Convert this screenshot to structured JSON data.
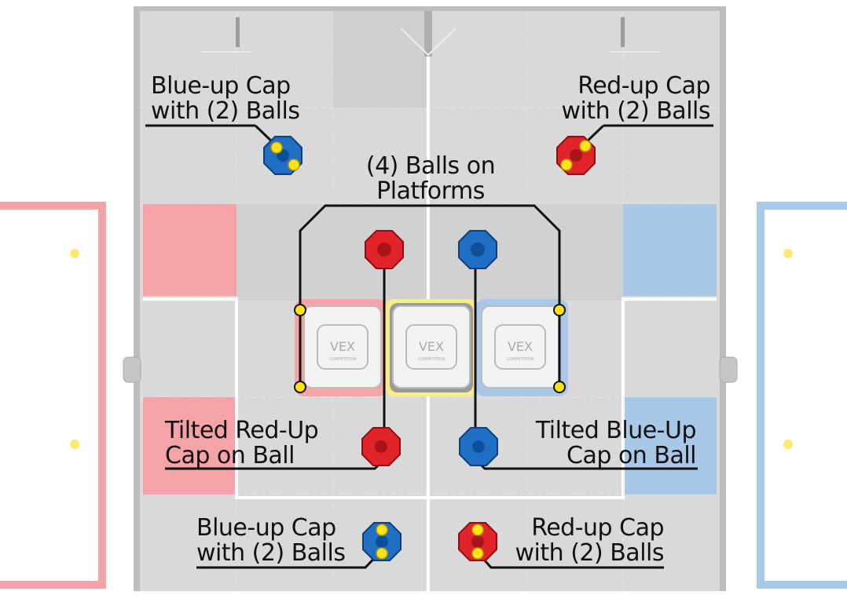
{
  "labels": {
    "top_left": {
      "line1": "Blue-up Cap",
      "line2": "with (2) Balls"
    },
    "top_right": {
      "line1": "Red-up Cap",
      "line2": "with (2) Balls"
    },
    "center": {
      "line1": "(4) Balls on",
      "line2": "Platforms"
    },
    "mid_left": {
      "line1": "Tilted Red-Up",
      "line2": "Cap on Ball"
    },
    "mid_right": {
      "line1": "Tilted Blue-Up",
      "line2": "Cap on Ball"
    },
    "bottom_left": {
      "line1": "Blue-up Cap",
      "line2": "with (2) Balls"
    },
    "bottom_right": {
      "line1": "Red-up Cap",
      "line2": "with (2) Balls"
    }
  },
  "platform_logo": {
    "brand": "VEX",
    "sub": "COMPETITION"
  },
  "colors": {
    "red": "#e0242a",
    "blue": "#1f6fc4",
    "yellow": "#ffe21a",
    "red_tile": "#f4a3a8",
    "blue_tile": "#a9c8e8",
    "field": "#d9d9d9"
  }
}
